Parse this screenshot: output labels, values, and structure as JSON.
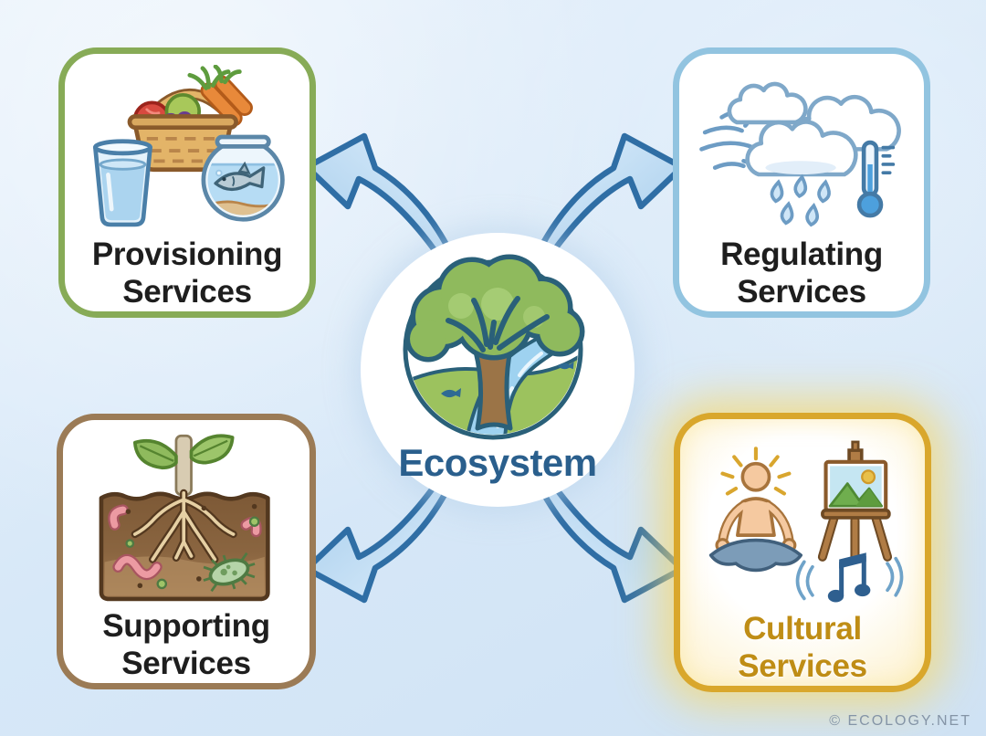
{
  "center": {
    "label": "Ecosystem"
  },
  "nodes": {
    "provisioning": {
      "line1": "Provisioning",
      "line2": "Services",
      "border_color": "#87ab57",
      "label_color": "#1e1e1e",
      "icon": "fruit-basket, water-glass, fish-bowl"
    },
    "regulating": {
      "line1": "Regulating",
      "line2": "Services",
      "border_color": "#92c4e0",
      "label_color": "#1e1e1e",
      "icon": "clouds, wind, rain, thermometer"
    },
    "supporting": {
      "line1": "Supporting",
      "line2": "Services",
      "border_color": "#9b7b56",
      "label_color": "#1e1e1e",
      "icon": "sprout, soil, roots, worms, microbe"
    },
    "cultural": {
      "line1": "Cultural",
      "line2": "Services",
      "border_color": "#d9a72c",
      "label_color": "#bf8d15",
      "icon": "meditating-person, easel, music-note"
    }
  },
  "watermark": "© ECOLOGY.NET",
  "colors": {
    "background": "#d7e8f8",
    "arrow_fill_light": "#d6eafa",
    "arrow_fill_dark": "#a6cdec",
    "arrow_stroke": "#2f6ea5",
    "center_text": "#2a5f8d",
    "cultural_glow": "#f8e080",
    "watermark_text": "#8494a6"
  }
}
